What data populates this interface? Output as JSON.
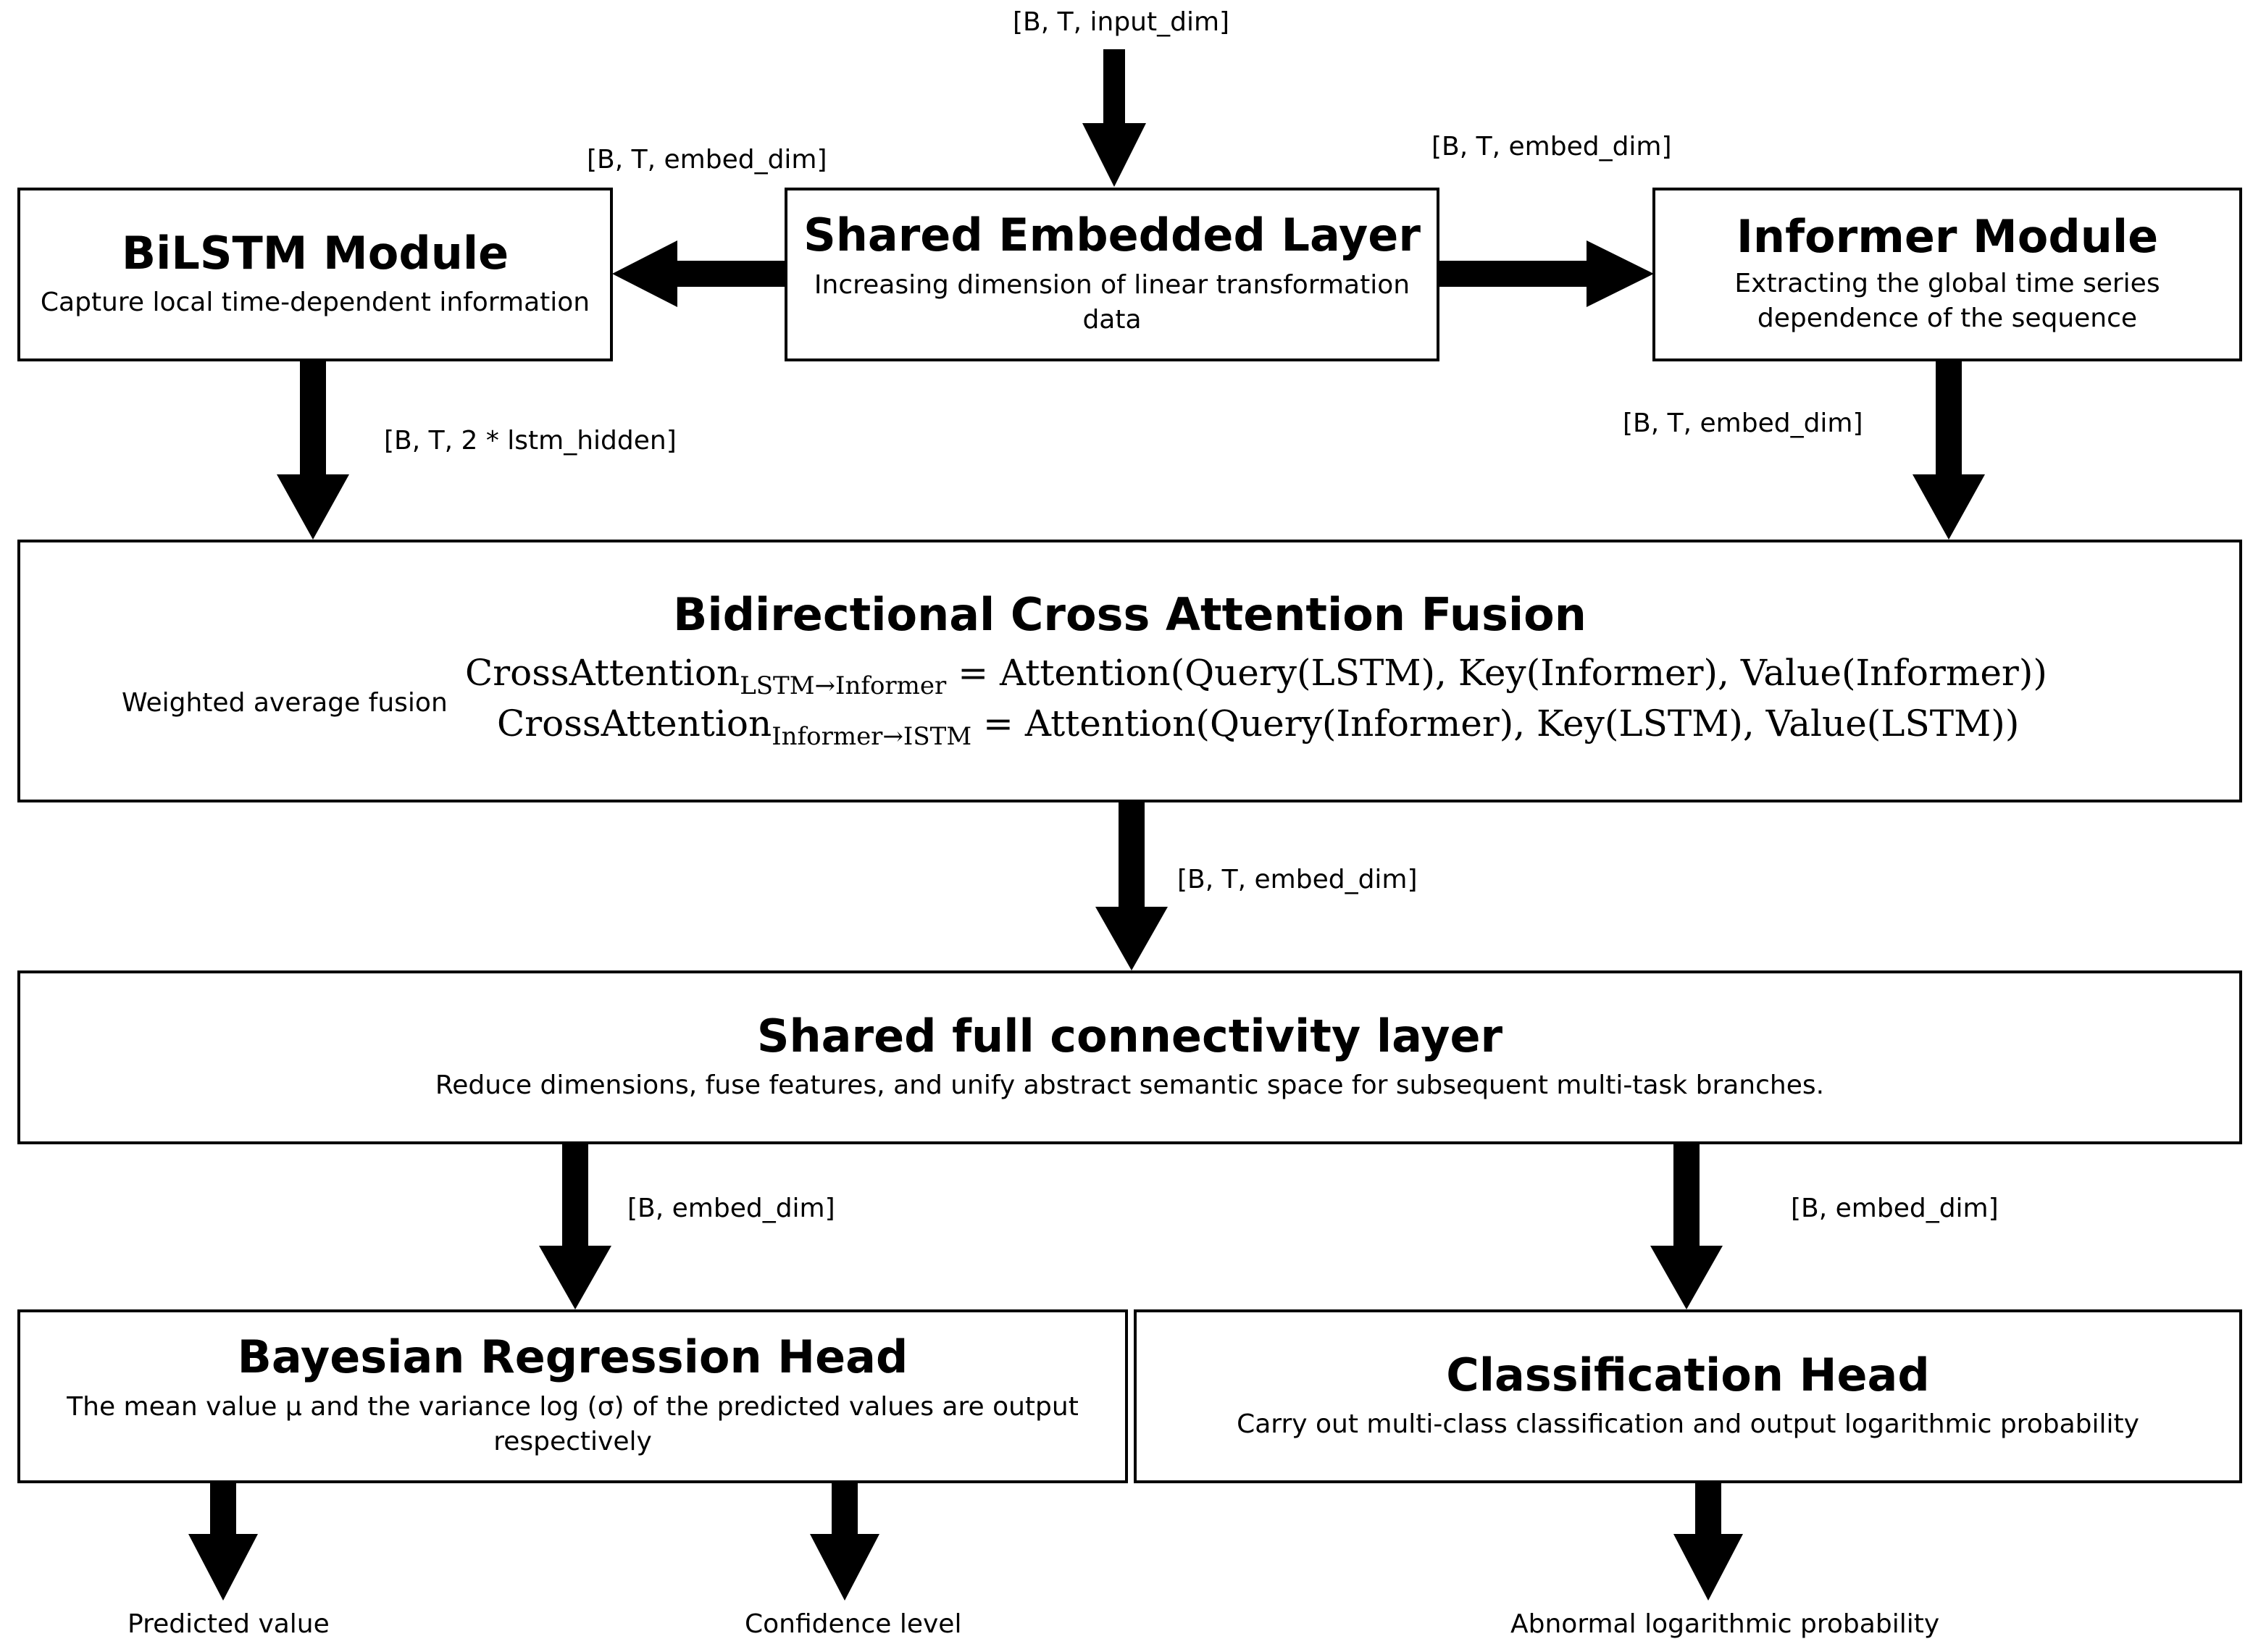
{
  "input_label": "[B, T, input_dim]",
  "shared_embedded": {
    "title": "Shared Embedded Layer",
    "subtitle": "Increasing dimension of linear transformation data",
    "left_output_label": "[B, T, embed_dim]",
    "right_output_label": "[B, T, embed_dim]"
  },
  "bilstm": {
    "title": "BiLSTM Module",
    "subtitle": "Capture local time-dependent information",
    "output_label": "[B, T, 2 * lstm_hidden]"
  },
  "informer": {
    "title": "Informer Module",
    "subtitle": "Extracting the global time series dependence of the sequence",
    "output_label": "[B, T, embed_dim]"
  },
  "fusion": {
    "title": "Bidirectional Cross Attention Fusion",
    "side_label": "Weighted average fusion",
    "equations": [
      {
        "lhs": "CrossAttention",
        "sub": "LSTM→Informer",
        "rhs": "= Attention(Query(LSTM), Key(Informer), Value(Informer))"
      },
      {
        "lhs": "CrossAttention",
        "sub": "Informer→ISTM",
        "rhs": "= Attention(Query(Informer), Key(LSTM), Value(LSTM))"
      }
    ],
    "output_label": "[B, T, embed_dim]"
  },
  "shared_fc": {
    "title": "Shared full connectivity layer",
    "subtitle": "Reduce dimensions, fuse features, and unify abstract semantic space for subsequent multi-task branches.",
    "left_output_label": "[B,  embed_dim]",
    "right_output_label": "[B,  embed_dim]"
  },
  "regression_head": {
    "title": "Bayesian Regression Head",
    "subtitle": "The mean value μ and the variance log (σ) of the predicted values are output respectively",
    "outputs": [
      "Predicted value",
      "Confidence level"
    ]
  },
  "classification_head": {
    "title": "Classification Head",
    "subtitle": "Carry out multi-class classification and output logarithmic probability",
    "outputs": [
      "Abnormal logarithmic probability"
    ]
  }
}
